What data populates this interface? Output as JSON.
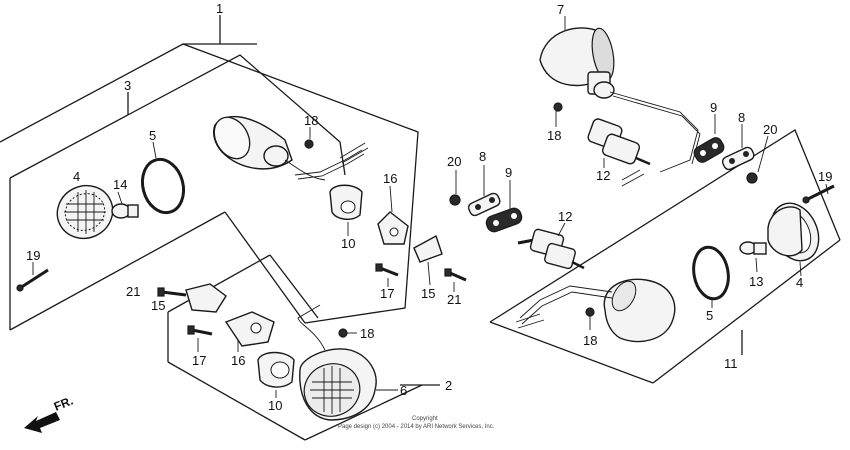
{
  "labels": {
    "l1": "1",
    "l2": "2",
    "l3": "3",
    "l4a": "4",
    "l4b": "4",
    "l5a": "5",
    "l5b": "5",
    "l6": "6",
    "l7": "7",
    "l8a": "8",
    "l8b": "8",
    "l9a": "9",
    "l9b": "9",
    "l10a": "10",
    "l10b": "10",
    "l11": "11",
    "l12a": "12",
    "l12b": "12",
    "l13": "13",
    "l14": "14",
    "l15a": "15",
    "l15b": "15",
    "l16a": "16",
    "l16b": "16",
    "l17a": "17",
    "l17b": "17",
    "l18a": "18",
    "l18b": "18",
    "l18c": "18",
    "l18d": "18",
    "l19a": "19",
    "l19b": "19",
    "l20a": "20",
    "l20b": "20",
    "l21a": "21",
    "l21b": "21"
  },
  "direction": "FR.",
  "copyright": {
    "line1": "Copyright",
    "line2": "Page design (c) 2004 - 2014 by ARI Network Services, Inc."
  }
}
